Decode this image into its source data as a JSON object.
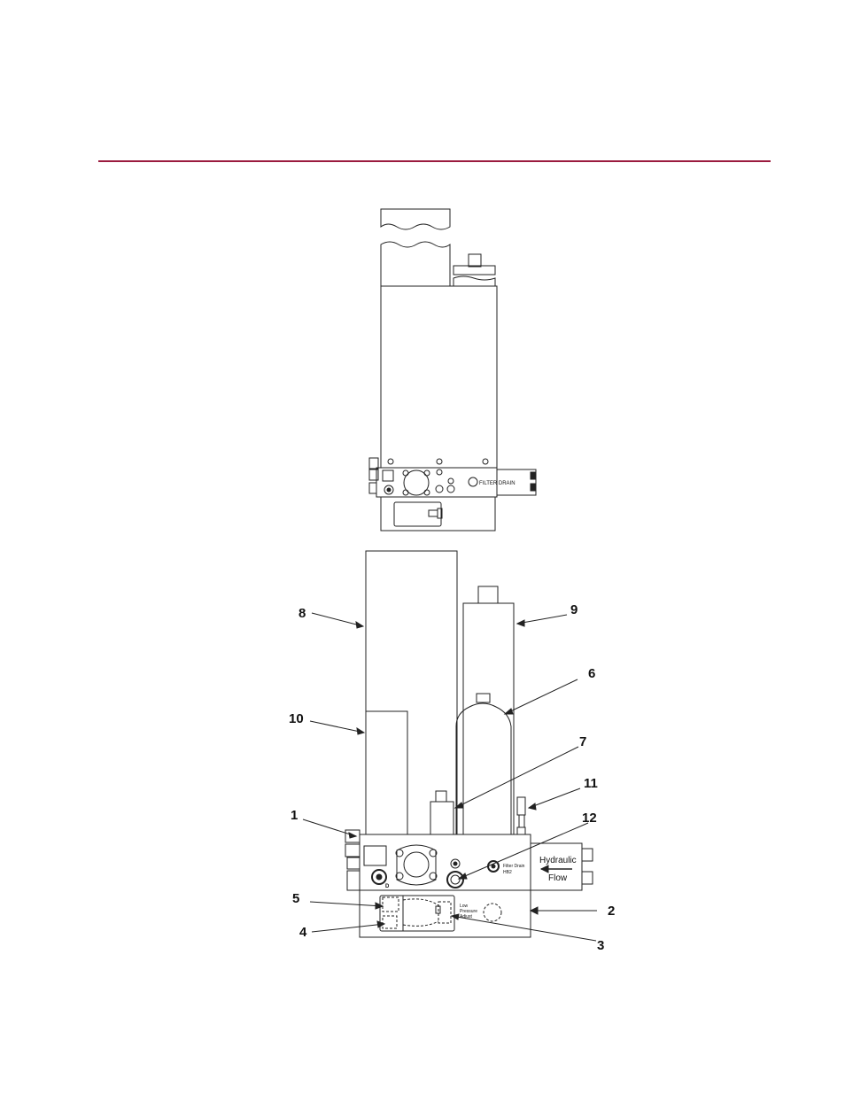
{
  "top_view": {
    "port_label": "FILTER DRAIN"
  },
  "main_view": {
    "callouts": [
      "1",
      "2",
      "3",
      "4",
      "5",
      "6",
      "7",
      "8",
      "9",
      "10",
      "11",
      "12"
    ],
    "hydraulic_line1": "Hydraulic",
    "hydraulic_line2": "Flow",
    "filter_drain_line1": "Filter Drain",
    "filter_drain_line2": "HB2",
    "port_d": "D",
    "low_pressure_line1": "Low",
    "low_pressure_line2": "Pressure",
    "low_pressure_line3": "Adjust"
  }
}
